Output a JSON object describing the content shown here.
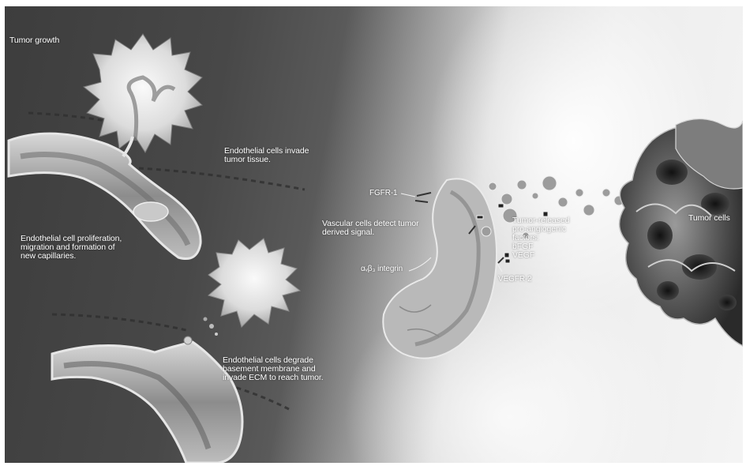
{
  "labels": {
    "tumor_growth": "Tumor growth",
    "invade_tissue": "Endothelial cells invade\ntumor tissue.",
    "proliferation": "Endothelial cell proliferation,\nmigration and formation of\nnew capillaries.",
    "degrade": "Endothelial cells degrade\nbasement membrane and\ninvade ECM to reach tumor.",
    "fgfr1": "FGFR-1",
    "vascular_detect": "Vascular cells detect tumor\nderived signal.",
    "integrin": "αᵥβ₃ integrin",
    "tumor_released": "Tumor-released\npro-angiogenic\nfactors:\nbFGF\nVEGF",
    "vegfr2": "VEGFR-2",
    "tumor_cells": "Tumor cells"
  }
}
